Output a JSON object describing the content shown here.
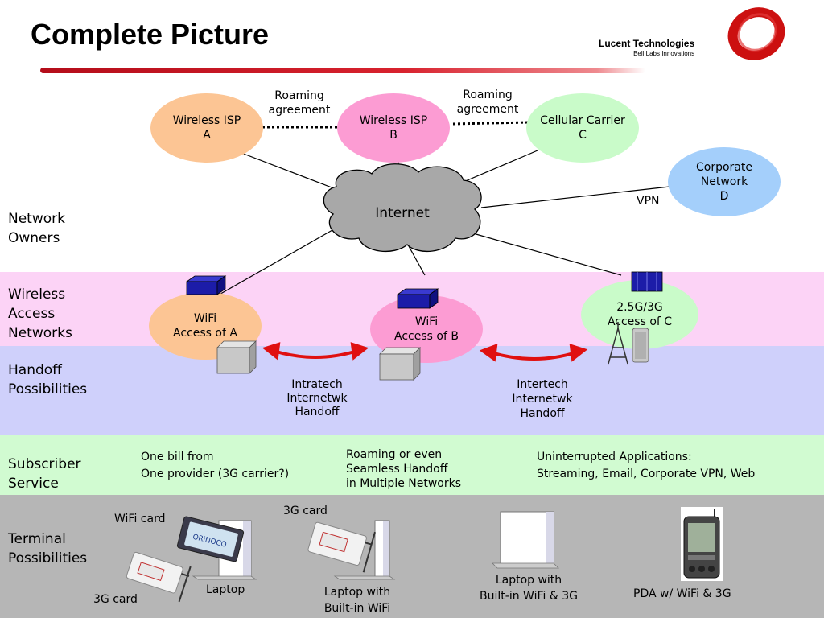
{
  "slide": {
    "title": "Complete Picture",
    "logo": {
      "company": "Lucent Technologies",
      "tagline": "Bell Labs Innovations"
    }
  },
  "sections": {
    "network_owners": "Network\nOwners",
    "wireless_access": "Wireless\nAccess\nNetworks",
    "handoff": "Handoff\nPossibilities",
    "subscriber": "Subscriber\nService",
    "terminal": "Terminal\nPossibilities"
  },
  "owners": {
    "isp_a": "Wireless ISP\nA",
    "isp_b": "Wireless ISP\nB",
    "carrier_c": "Cellular Carrier\nC",
    "corporate_d": "Corporate\nNetwork\nD",
    "internet": "Internet",
    "roaming_1": "Roaming\nagreement",
    "roaming_2": "Roaming\nagreement",
    "vpn": "VPN"
  },
  "access": {
    "wifi_a": "WiFi\nAccess of A",
    "wifi_b": "WiFi\nAccess of B",
    "cell_c": "2.5G/3G\nAccess of C"
  },
  "handoffs": {
    "intratech": "Intratech\nInternetwk\nHandoff",
    "intertech": "Intertech\nInternetwk\nHandoff"
  },
  "subscriber": {
    "one_bill": "One bill from\nOne provider (3G carrier?)",
    "roaming": "Roaming or even\nSeamless Handoff\n in Multiple Networks",
    "apps": "Uninterrupted Applications:\nStreaming, Email, Corporate VPN, Web"
  },
  "terminals": {
    "wifi_card": "WiFi card",
    "card_3g_a": "3G card",
    "laptop": "Laptop",
    "card_3g_b": "3G card",
    "laptop_wifi": "Laptop with\nBuilt-in WiFi",
    "laptop_wifi_3g": "Laptop with\nBuilt-in WiFi & 3G",
    "pda": "PDA w/ WiFi & 3G",
    "card_brand": "ORiNOCO"
  },
  "colors": {
    "band_wireless": "#fcd3f6",
    "band_handoff": "#cfd0fb",
    "band_subscriber": "#d1fbd1",
    "band_terminal": "#b6b6b6",
    "isp_a": "#fcc594",
    "isp_b": "#fc9cd3",
    "carrier_c": "#c9fbc9",
    "corporate_d": "#a4cffb",
    "arrow": "#e01010",
    "logo_red": "#cc1010"
  }
}
